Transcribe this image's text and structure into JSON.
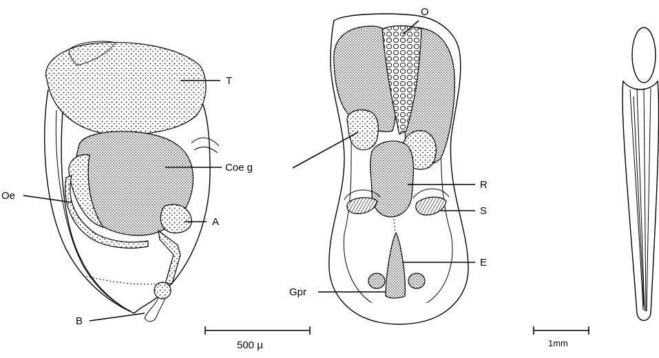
{
  "labels": {
    "T": "T",
    "Coe_g": "Coe g",
    "Oe": "Oe",
    "A": "A",
    "B": "B",
    "O": "O",
    "R": "R",
    "S": "S",
    "E": "E",
    "Gpr": "Gpr"
  },
  "scale_bars": {
    "left": "500 μ",
    "right": "1mm"
  }
}
